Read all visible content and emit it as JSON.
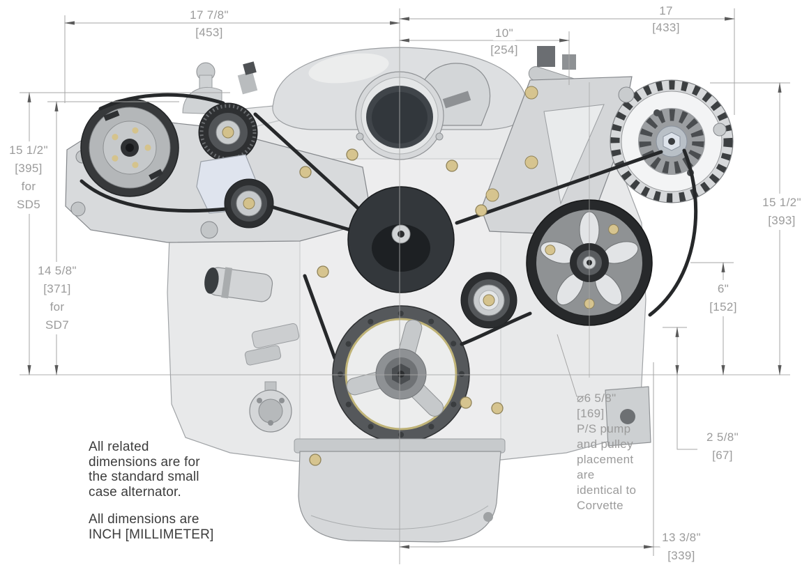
{
  "dimensions": {
    "top_left_width": {
      "inch": "17 7/8\"",
      "mm": "[453]"
    },
    "top_center_width": {
      "inch": "10\"",
      "mm": "[254]"
    },
    "top_right_width": {
      "inch": "17",
      "mm": "[433]"
    },
    "left_height_sd5": {
      "inch": "15 1/2\"",
      "mm": "[395]",
      "for_label": "for",
      "variant": "SD5"
    },
    "left_height_sd7": {
      "inch": "14 5/8\"",
      "mm": "[371]",
      "for_label": "for",
      "variant": "SD7"
    },
    "right_height": {
      "inch": "15 1/2\"",
      "mm": "[393]"
    },
    "pump_center_height": {
      "inch": "6\"",
      "mm": "[152]"
    },
    "pump_offset": {
      "inch": "2 5/8\"",
      "mm": "[67]"
    },
    "bottom_right_width": {
      "inch": "13 3/8\"",
      "mm": "[339]"
    },
    "pulley_diameter": {
      "inch": "⌀6 5/8\"",
      "mm": "[169]",
      "note_lines": [
        "P/S pump",
        "and pulley",
        "placement",
        "are",
        "identical to",
        "Corvette"
      ]
    }
  },
  "notes": {
    "alternator_lines": [
      "All related",
      "dimensions are for",
      "the standard small",
      "case alternator."
    ],
    "units_lines": [
      "All dimensions are",
      "INCH [MILLIMETER]"
    ]
  },
  "colors": {
    "background": "#ffffff",
    "dimension_text": "#9b9b9b",
    "dimension_line": "#a6a6a6",
    "arrow": "#5a5a5a",
    "note_text": "#3c3c3c",
    "belt": "#26282a",
    "bolt_accent": "#d5c38c"
  }
}
